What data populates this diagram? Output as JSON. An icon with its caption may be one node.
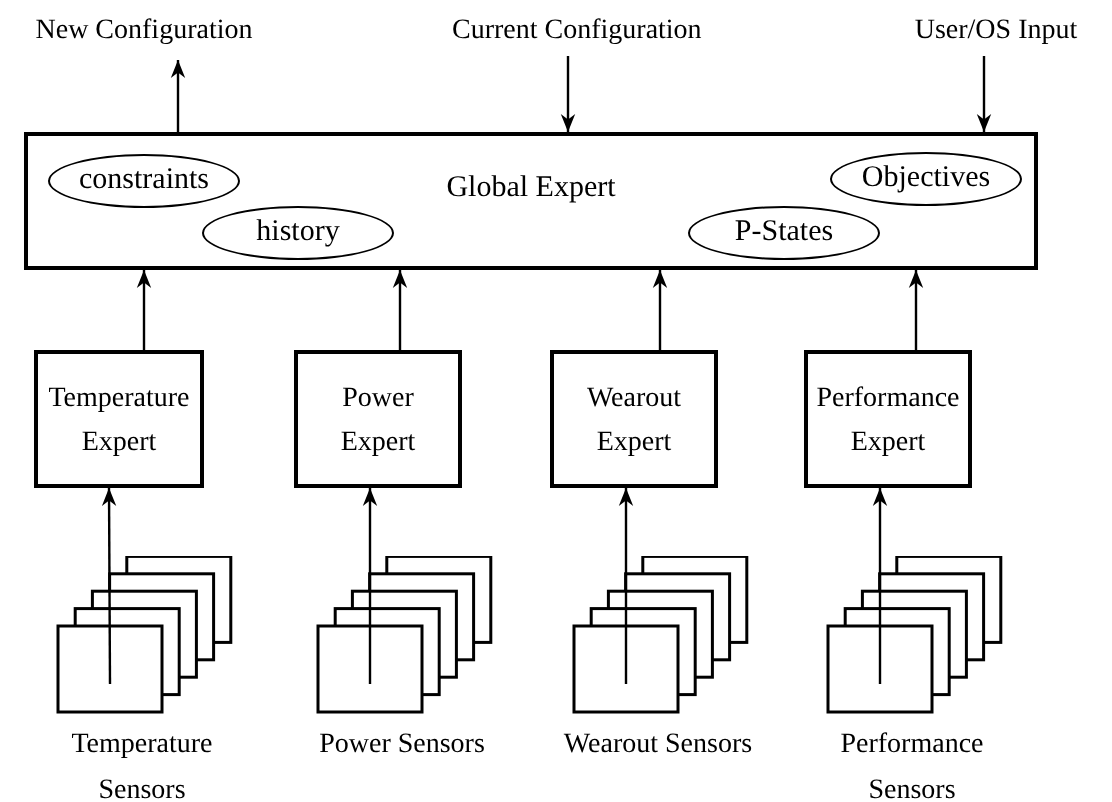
{
  "diagram": {
    "nodes": [
      {
        "text": [
          "New Configuration"
        ]
      },
      {
        "text": [
          "Current Configuration"
        ]
      },
      {
        "text": [
          "User/OS Input"
        ]
      },
      {
        "text": [
          "Global Expert"
        ]
      },
      {
        "text": [
          "constraints"
        ],
        "in": 3
      },
      {
        "text": [
          "history"
        ],
        "in": 3
      },
      {
        "text": [
          "P-States"
        ],
        "in": 3
      },
      {
        "text": [
          "Objectives"
        ],
        "in": 3
      },
      {
        "text": [
          "Temperature Expert"
        ]
      },
      {
        "text": [
          "Power Expert"
        ]
      },
      {
        "text": [
          "Wearout Expert"
        ]
      },
      {
        "text": [
          "Performance Expert"
        ]
      },
      {
        "text": [
          "Temperature Sensors"
        ]
      },
      {
        "text": [
          "Power Sensors"
        ]
      },
      {
        "text": [
          "Wearout Sensors"
        ]
      },
      {
        "text": [
          "Performance Sensors"
        ]
      }
    ],
    "edges": [
      {
        "from": 3,
        "to": 0,
        "arrow": "to"
      },
      {
        "from": 1,
        "to": 3,
        "arrow": "to"
      },
      {
        "from": 2,
        "to": 3,
        "arrow": "to"
      },
      {
        "from": 8,
        "to": 3,
        "arrow": "to"
      },
      {
        "from": 9,
        "to": 3,
        "arrow": "to"
      },
      {
        "from": 10,
        "to": 3,
        "arrow": "to"
      },
      {
        "from": 11,
        "to": 3,
        "arrow": "to"
      },
      {
        "from": 12,
        "to": 8,
        "arrow": "to"
      },
      {
        "from": 13,
        "to": 9,
        "arrow": "to"
      },
      {
        "from": 14,
        "to": 10,
        "arrow": "to"
      },
      {
        "from": 15,
        "to": 11,
        "arrow": "to"
      }
    ]
  }
}
